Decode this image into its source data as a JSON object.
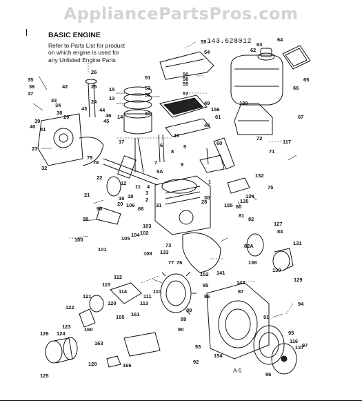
{
  "watermark": "AppliancePartsPros.com",
  "header": {
    "title": "BASIC ENGINE",
    "note": [
      "Refer to Parts List for product",
      "on which engine is used for",
      "any Unlisted Engine Parts"
    ]
  },
  "model_number": "143.628012",
  "page_code": "A-5",
  "callouts": [
    "59",
    "54",
    "64",
    "62",
    "63",
    "65",
    "66",
    "26",
    "25",
    "24",
    "36",
    "35",
    "37",
    "34",
    "33",
    "42",
    "38",
    "39",
    "40",
    "41",
    "29",
    "23",
    "32",
    "79",
    "78",
    "15",
    "13",
    "14",
    "12",
    "11",
    "46",
    "45",
    "44",
    "43",
    "17",
    "7",
    "8",
    "10",
    "9",
    "9A",
    "6",
    "5",
    "4",
    "3",
    "2",
    "1",
    "51",
    "53",
    "55",
    "56",
    "50",
    "57",
    "58",
    "49",
    "48",
    "47",
    "156",
    "61",
    "139",
    "67",
    "60",
    "72",
    "71",
    "117",
    "21",
    "19",
    "20",
    "18",
    "22",
    "98",
    "99",
    "100",
    "101",
    "106",
    "68",
    "103",
    "102",
    "104",
    "105",
    "31",
    "28",
    "30",
    "155",
    "80",
    "81",
    "82",
    "82A",
    "127",
    "131",
    "135",
    "132",
    "134",
    "75",
    "84",
    "129",
    "130",
    "138",
    "73",
    "77",
    "76",
    "133",
    "108",
    "112",
    "113",
    "114",
    "111",
    "110",
    "115",
    "120",
    "121",
    "122",
    "160",
    "161",
    "165",
    "123",
    "124",
    "126",
    "125",
    "163",
    "128",
    "166",
    "141",
    "143",
    "152",
    "86",
    "85",
    "87",
    "88",
    "89",
    "90",
    "92",
    "93",
    "154",
    "94",
    "91",
    "116",
    "137",
    "96",
    "97",
    "95"
  ]
}
